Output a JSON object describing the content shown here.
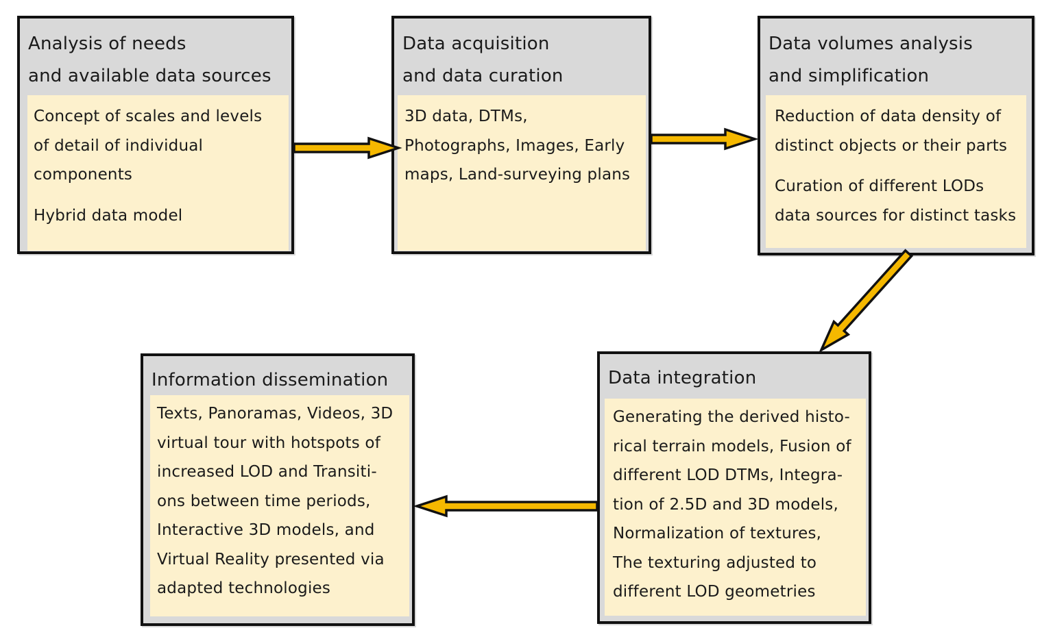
{
  "nodes": [
    {
      "id": "needs",
      "title": [
        "Analysis of needs",
        "and available data sources"
      ],
      "body": [
        [
          "Concept of scales and levels",
          "of detail of individual",
          "components"
        ],
        [
          "Hybrid data model"
        ]
      ]
    },
    {
      "id": "acquisition",
      "title": [
        "Data acquisition",
        "and data curation"
      ],
      "body": [
        [
          "3D data, DTMs,",
          "Photographs, Images, Early",
          "maps, Land-surveying plans"
        ]
      ]
    },
    {
      "id": "volumes",
      "title": [
        "Data volumes analysis",
        "and simplification"
      ],
      "body": [
        [
          "Reduction of data density of",
          "distinct objects or their parts"
        ],
        [
          "Curation of different LODs",
          "data sources for distinct tasks"
        ]
      ]
    },
    {
      "id": "integration",
      "title": [
        "Data integration"
      ],
      "body": [
        [
          "Generating the derived histo-",
          "rical terrain models, Fusion of",
          "different LOD DTMs, Integra-",
          "tion of 2.5D and 3D models,",
          "Normalization of textures,",
          "The texturing adjusted to",
          "different LOD geometries"
        ]
      ]
    },
    {
      "id": "dissemination",
      "title": [
        "Information dissemination"
      ],
      "body": [
        [
          "Texts, Panoramas, Videos, 3D",
          "virtual tour with hotspots of",
          "increased LOD and Transiti-",
          "ons between time periods,",
          "Interactive 3D models, and",
          "Virtual Reality presented via",
          "adapted technologies"
        ]
      ]
    }
  ],
  "edges": [
    {
      "from": "needs",
      "to": "acquisition"
    },
    {
      "from": "acquisition",
      "to": "volumes"
    },
    {
      "from": "volumes",
      "to": "integration"
    },
    {
      "from": "integration",
      "to": "dissemination"
    }
  ],
  "colors": {
    "box_border": "#111111",
    "box_header": "#d9d9d9",
    "box_body": "#fdf1cd",
    "arrow_fill": "#f5b800",
    "arrow_outline": "#111111"
  }
}
